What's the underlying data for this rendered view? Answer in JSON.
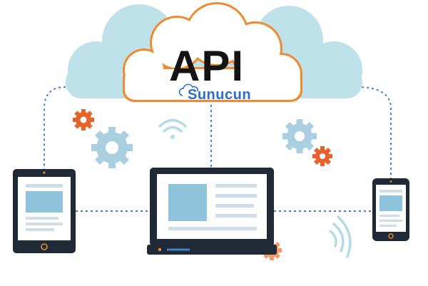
{
  "title": "API",
  "brand": {
    "name": "Sunucun",
    "logo_icon": "cloud-logo-icon",
    "color": "#2b6fc4"
  },
  "colors": {
    "cloud_back": "#bfe1ea",
    "cloud_front_stroke": "#f08a30",
    "connector_line": "#3d86c6",
    "device_frame": "#1f2a36",
    "device_accent": "#f08a30",
    "gear_orange": "#e8622c",
    "gear_light": "#a9cfe0",
    "signal_light": "#b5dbe8"
  },
  "icons": [
    "cloud-icon",
    "gear-icon",
    "wifi-signal-icon",
    "tablet-device-icon",
    "laptop-device-icon",
    "smartphone-device-icon"
  ],
  "devices": [
    "tablet",
    "laptop",
    "smartphone"
  ]
}
